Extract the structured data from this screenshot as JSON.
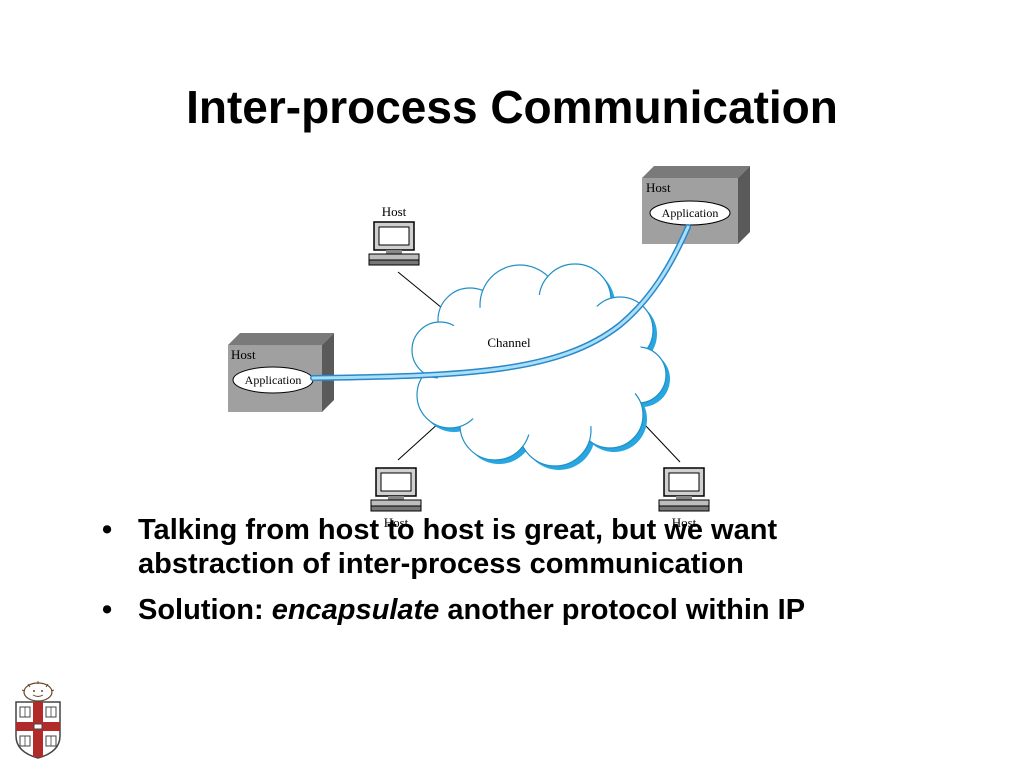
{
  "slide": {
    "title": "Inter-process Communication"
  },
  "diagram": {
    "channel_label": "Channel",
    "server_left": {
      "label": "Host",
      "app": "Application"
    },
    "server_right": {
      "label": "Host",
      "app": "Application"
    },
    "pc_top": {
      "label": "Host"
    },
    "pc_bottom_left": {
      "label": "Host"
    },
    "pc_bottom_right": {
      "label": "Host"
    },
    "colors": {
      "cloud_fill": "#ffffff",
      "cloud_shadow": "#27a6e0",
      "server_front": "#a0a0a0",
      "server_top": "#7a7a7a",
      "server_side": "#5a5a5a",
      "pipe": "#6cc4ee"
    }
  },
  "bullets": [
    {
      "mark": "•",
      "text": "Talking from host to host is great, but we want abstraction of inter-process communication"
    },
    {
      "mark": "•",
      "before": "Solution: ",
      "emphasis": "encapsulate",
      "after": " another protocol within IP"
    }
  ],
  "logo": {
    "colors": {
      "cross": "#b22b2b",
      "shield": "#ffffff"
    }
  }
}
